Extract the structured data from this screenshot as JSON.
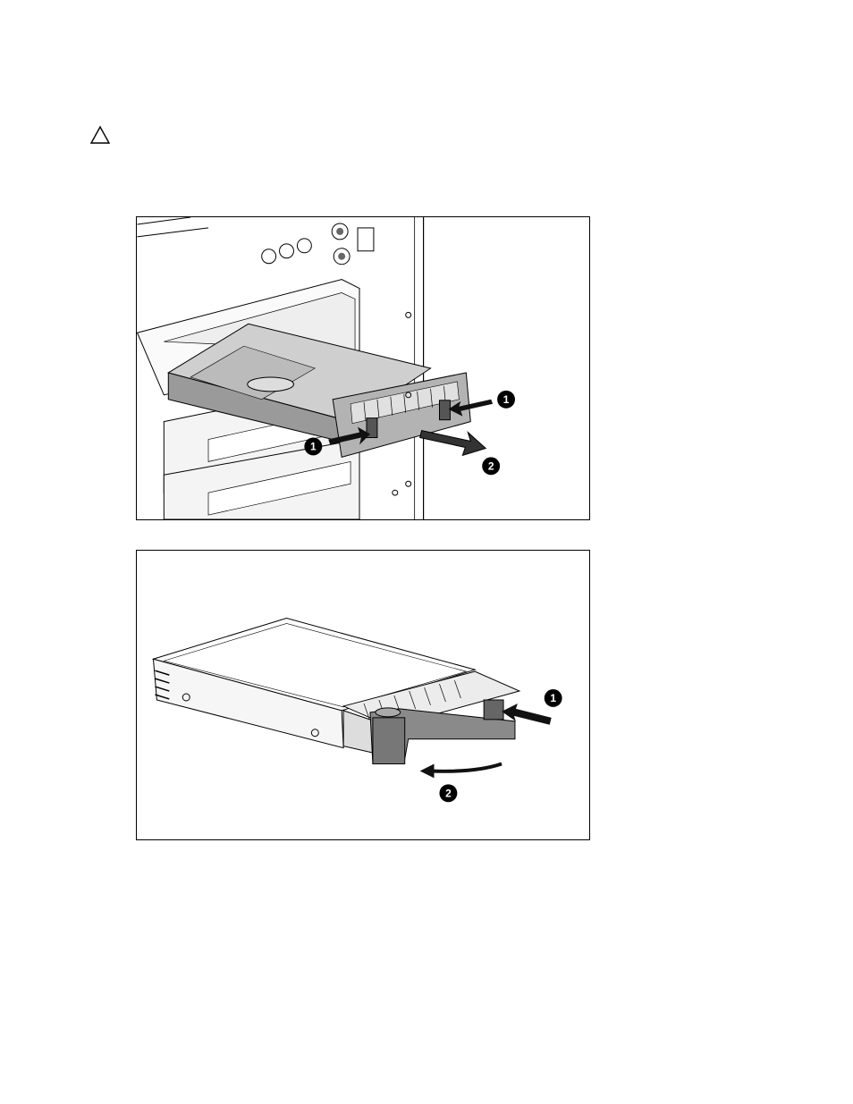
{
  "caution": {
    "icon": "caution-triangle-icon"
  },
  "figure1": {
    "icon": "drive-bay-removal-illustration",
    "callouts": [
      "1",
      "1",
      "2"
    ]
  },
  "figure2": {
    "icon": "drive-carrier-handle-illustration",
    "callouts": [
      "1",
      "2"
    ]
  }
}
